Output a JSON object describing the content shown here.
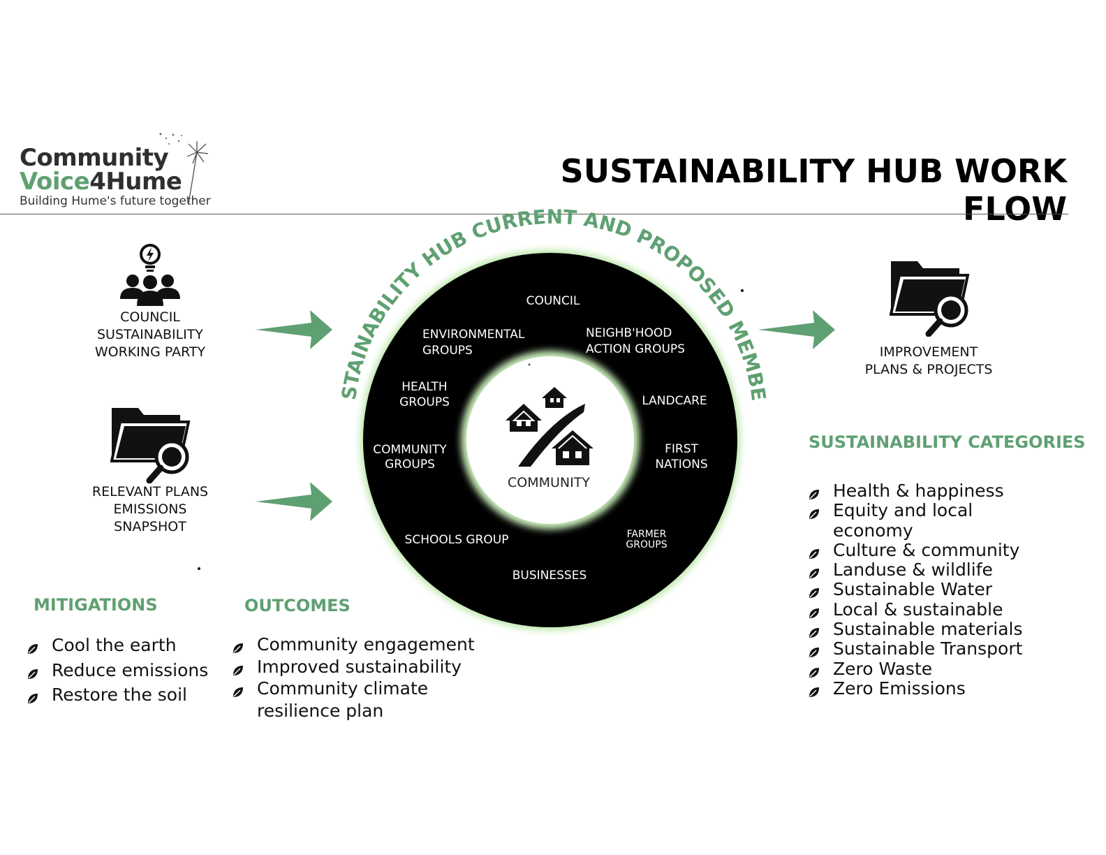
{
  "logo": {
    "line1": "Community",
    "line2a": "Voice",
    "line2b": "4Hume",
    "tagline": "Building Hume's future together"
  },
  "title": "SUSTAINABILITY HUB WORK FLOW",
  "inputs": {
    "council_party": [
      "COUNCIL",
      "SUSTAINABILITY",
      "WORKING PARTY"
    ],
    "relevant_plans": [
      "RELEVANT PLANS",
      "EMISSIONS",
      "SNAPSHOT"
    ]
  },
  "hub": {
    "ring_label": "SUSTAINABILITY HUB CURRENT AND PROPOSED MEMBERS",
    "center_label": "COMMUNITY",
    "members": {
      "council": "COUNCIL",
      "environmental": [
        "ENVIRONMENTAL",
        "GROUPS"
      ],
      "neighbourhood": [
        "NEIGHB'HOOD",
        "ACTION GROUPS"
      ],
      "health": [
        "HEALTH",
        "GROUPS"
      ],
      "landcare": "LANDCARE",
      "community": [
        "COMMUNITY",
        "GROUPS"
      ],
      "first_nations": [
        "FIRST",
        "NATIONS"
      ],
      "schools": "SCHOOLS GROUP",
      "farmer": [
        "FARMER",
        "GROUPS"
      ],
      "businesses": "BUSINESSES"
    }
  },
  "output": {
    "label": [
      "IMPROVEMENT",
      "PLANS & PROJECTS"
    ]
  },
  "mitigations": {
    "heading": "MITIGATIONS",
    "items": [
      "Cool the earth",
      "Reduce emissions",
      "Restore the soil"
    ]
  },
  "outcomes": {
    "heading": "OUTCOMES",
    "items": [
      "Community engagement",
      "Improved sustainability",
      "Community climate",
      "resilience plan"
    ]
  },
  "categories": {
    "heading": "SUSTAINABILITY CATEGORIES",
    "items": [
      "Health & happiness",
      "Equity and local",
      "economy",
      "Culture & community",
      "Landuse & wildlife",
      "Sustainable Water",
      "Local & sustainable",
      "Sustainable materials",
      "Sustainable Transport",
      "Zero Waste",
      "Zero Emissions"
    ]
  },
  "colors": {
    "accent_green": "#5fa072",
    "hub_black": "#000000",
    "glow_green": "#c8ecb8"
  },
  "icons": {
    "team": "team-idea-icon",
    "folder_search": "folder-search-icon",
    "arrow": "arrow-right-icon",
    "leaf": "leaf-icon",
    "houses": "houses-road-icon",
    "dandelion": "dandelion-icon"
  }
}
